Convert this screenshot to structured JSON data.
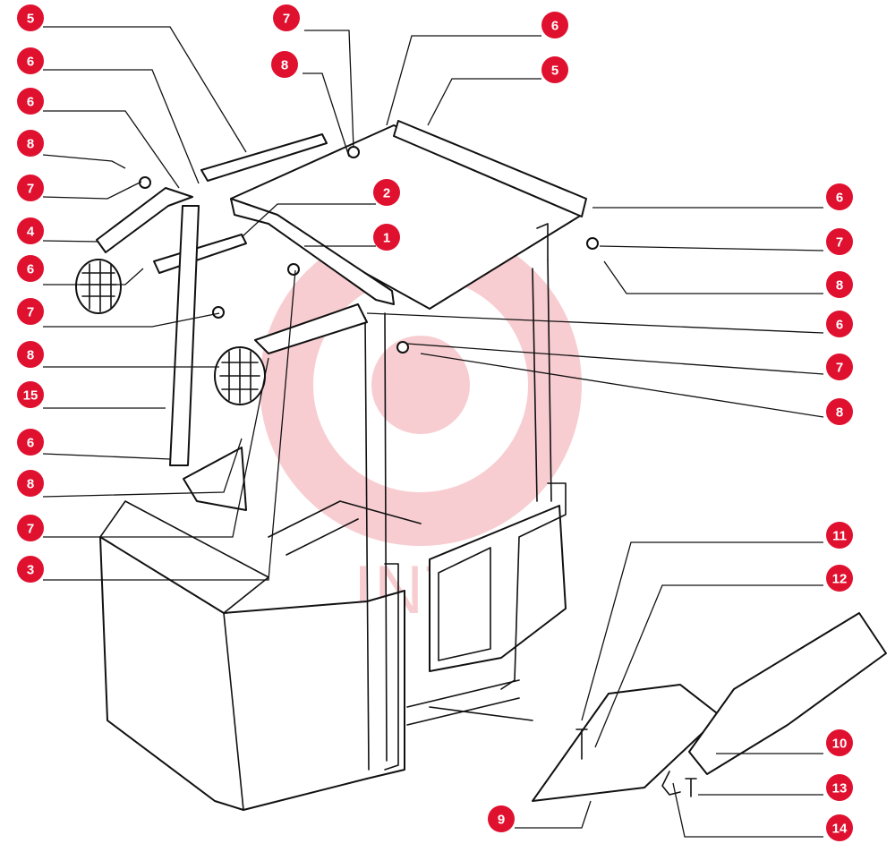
{
  "colors": {
    "callout": "#e0102f",
    "callout_text": "#ffffff",
    "line": "#111111",
    "watermark": "#f3a6ad"
  },
  "watermark": {
    "text": "INTEX",
    "icon": "gear-logo-icon"
  },
  "callouts": [
    {
      "id": "c1",
      "label": "5"
    },
    {
      "id": "c2",
      "label": "6"
    },
    {
      "id": "c3",
      "label": "6"
    },
    {
      "id": "c4",
      "label": "8"
    },
    {
      "id": "c5",
      "label": "7"
    },
    {
      "id": "c6",
      "label": "4"
    },
    {
      "id": "c7",
      "label": "6"
    },
    {
      "id": "c8",
      "label": "7"
    },
    {
      "id": "c9",
      "label": "8"
    },
    {
      "id": "c10",
      "label": "15"
    },
    {
      "id": "c11",
      "label": "6"
    },
    {
      "id": "c12",
      "label": "8"
    },
    {
      "id": "c13",
      "label": "7"
    },
    {
      "id": "c14",
      "label": "3"
    },
    {
      "id": "c15",
      "label": "7"
    },
    {
      "id": "c16",
      "label": "8"
    },
    {
      "id": "c17",
      "label": "2"
    },
    {
      "id": "c18",
      "label": "1"
    },
    {
      "id": "c19",
      "label": "6"
    },
    {
      "id": "c20",
      "label": "5"
    },
    {
      "id": "c21",
      "label": "6"
    },
    {
      "id": "c22",
      "label": "7"
    },
    {
      "id": "c23",
      "label": "8"
    },
    {
      "id": "c24",
      "label": "6"
    },
    {
      "id": "c25",
      "label": "7"
    },
    {
      "id": "c26",
      "label": "8"
    },
    {
      "id": "c27",
      "label": "11"
    },
    {
      "id": "c28",
      "label": "12"
    },
    {
      "id": "c29",
      "label": "10"
    },
    {
      "id": "c30",
      "label": "13"
    },
    {
      "id": "c31",
      "label": "9"
    },
    {
      "id": "c32",
      "label": "14"
    }
  ]
}
